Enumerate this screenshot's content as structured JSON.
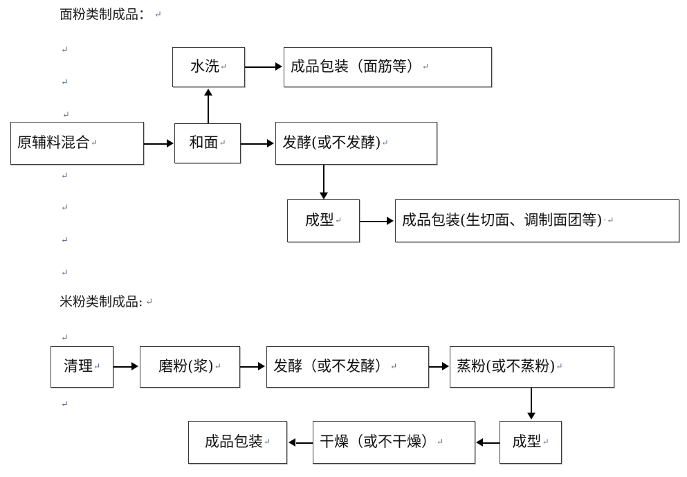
{
  "document": {
    "pilcrow_glyph": "↵",
    "dot_glyph": "·"
  },
  "sections": [
    {
      "id": "flour-products",
      "heading": "面粉类制成品：",
      "heading_pilcrow": "↵",
      "nodes": [
        {
          "id": "water-wash",
          "label": "水洗",
          "pilcrow": "↵",
          "trailing_dot": ""
        },
        {
          "id": "packaging-gluten",
          "label": "成品包装（面筋等）",
          "pilcrow": "↵",
          "trailing_dot": ""
        },
        {
          "id": "raw-mix",
          "label": "原辅料混合",
          "pilcrow": "↵",
          "trailing_dot": ""
        },
        {
          "id": "dough-mixing",
          "label": "和面",
          "pilcrow": "↵",
          "trailing_dot": ""
        },
        {
          "id": "fermentation",
          "label": "发酵(或不发酵)",
          "pilcrow": "↵",
          "trailing_dot": ""
        },
        {
          "id": "forming",
          "label": "成型",
          "pilcrow": "↵",
          "trailing_dot": ""
        },
        {
          "id": "packaging-noodles",
          "label": "成品包装(生切面、调制面团等)",
          "pilcrow": "↵",
          "trailing_dot": "·"
        }
      ]
    },
    {
      "id": "rice-flour-products",
      "heading": "米粉类制成品:",
      "heading_pilcrow": "↵",
      "nodes": [
        {
          "id": "cleaning",
          "label": "清理",
          "pilcrow": "↵",
          "trailing_dot": ""
        },
        {
          "id": "milling",
          "label": "磨粉(浆)",
          "pilcrow": "↵",
          "trailing_dot": ""
        },
        {
          "id": "fermentation-rice",
          "label": "发酵（或不发酵）",
          "pilcrow": "↵",
          "trailing_dot": ""
        },
        {
          "id": "steaming",
          "label": "蒸粉(或不蒸粉)",
          "pilcrow": "↵",
          "trailing_dot": ""
        },
        {
          "id": "forming-rice",
          "label": "成型",
          "pilcrow": "↵",
          "trailing_dot": ""
        },
        {
          "id": "drying",
          "label": "干燥（或不干燥）",
          "pilcrow": "↵",
          "trailing_dot": ""
        },
        {
          "id": "packaging-rice",
          "label": "成品包装",
          "pilcrow": "↵",
          "trailing_dot": ""
        }
      ]
    }
  ],
  "margin_marks": [
    {
      "glyph": "↵"
    },
    {
      "glyph": "↵"
    },
    {
      "glyph": "↵"
    },
    {
      "glyph": "↵"
    },
    {
      "glyph": "↵"
    },
    {
      "glyph": "↵"
    },
    {
      "glyph": "↵"
    },
    {
      "glyph": "↵"
    },
    {
      "glyph": "↵"
    }
  ],
  "colors": {
    "background": "#ffffff",
    "box_border": "#3a3a3a",
    "connector": "#000000",
    "text": "#111111",
    "mark": "#5b6a8c"
  }
}
